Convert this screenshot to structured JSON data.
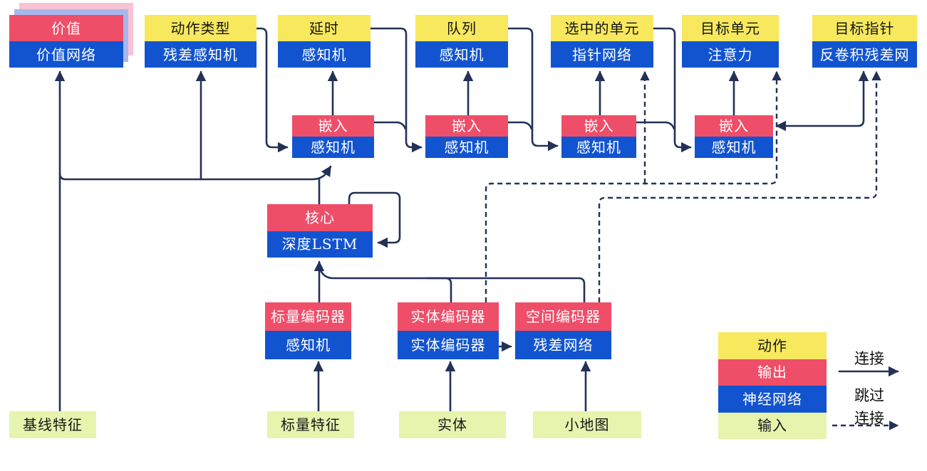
{
  "palette": {
    "action_yellow": "#F8E85E",
    "output_red": "#EF4E69",
    "network_blue": "#1254D0",
    "input_green": "#E6F4AE",
    "wire_navy": "#233158",
    "value_shadow_pink": "#F8C3D3",
    "value_shadow_blue": "#A6B7EE"
  },
  "heads": [
    {
      "top": "价值",
      "bottom": "价值网络"
    },
    {
      "top": "动作类型",
      "bottom": "残差感知机"
    },
    {
      "top": "延时",
      "bottom": "感知机"
    },
    {
      "top": "队列",
      "bottom": "感知机"
    },
    {
      "top": "选中的单元",
      "bottom": "指针网络"
    },
    {
      "top": "目标单元",
      "bottom": "注意力"
    },
    {
      "top": "目标指针",
      "bottom": "反卷积残差网"
    }
  ],
  "embeds": [
    {
      "top": "嵌入",
      "bottom": "感知机"
    },
    {
      "top": "嵌入",
      "bottom": "感知机"
    },
    {
      "top": "嵌入",
      "bottom": "感知机"
    },
    {
      "top": "嵌入",
      "bottom": "感知机"
    }
  ],
  "core": {
    "top": "核心",
    "bottom": "深度LSTM"
  },
  "encoders": [
    {
      "top": "标量编码器",
      "bottom": "感知机"
    },
    {
      "top": "实体编码器",
      "bottom": "实体编码器"
    },
    {
      "top": "空间编码器",
      "bottom": "残差网络"
    }
  ],
  "inputs": [
    {
      "label": "基线特征"
    },
    {
      "label": "标量特征"
    },
    {
      "label": "实体"
    },
    {
      "label": "小地图"
    }
  ],
  "legend": {
    "swatches": [
      {
        "label": "动作"
      },
      {
        "label": "输出"
      },
      {
        "label": "神经网络"
      },
      {
        "label": "输入"
      }
    ],
    "link_label": "连接",
    "skip_label_line1": "跳过",
    "skip_label_line2": "连接"
  }
}
